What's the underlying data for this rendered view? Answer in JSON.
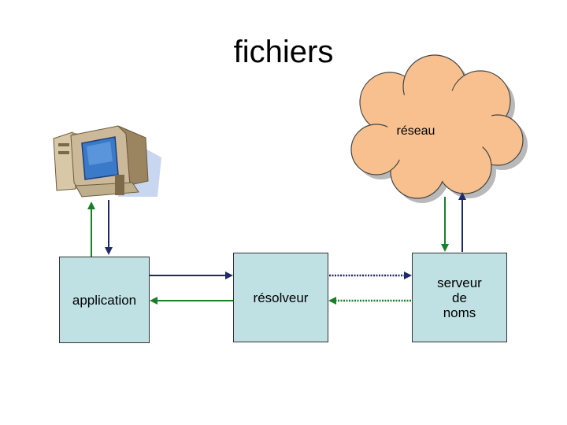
{
  "title": "fichiers",
  "cloud": {
    "label": "réseau"
  },
  "boxes": {
    "application": "application",
    "resolver": "résolveur",
    "nameserver": "serveur\nde\nnoms"
  },
  "colors": {
    "box_fill": "#bfe1e4",
    "cloud_fill": "#f7c08e",
    "arrow_green": "#1a7f2a",
    "arrow_navy": "#1f2a6b"
  },
  "icons": {
    "computer": "desktop-computer-icon"
  }
}
